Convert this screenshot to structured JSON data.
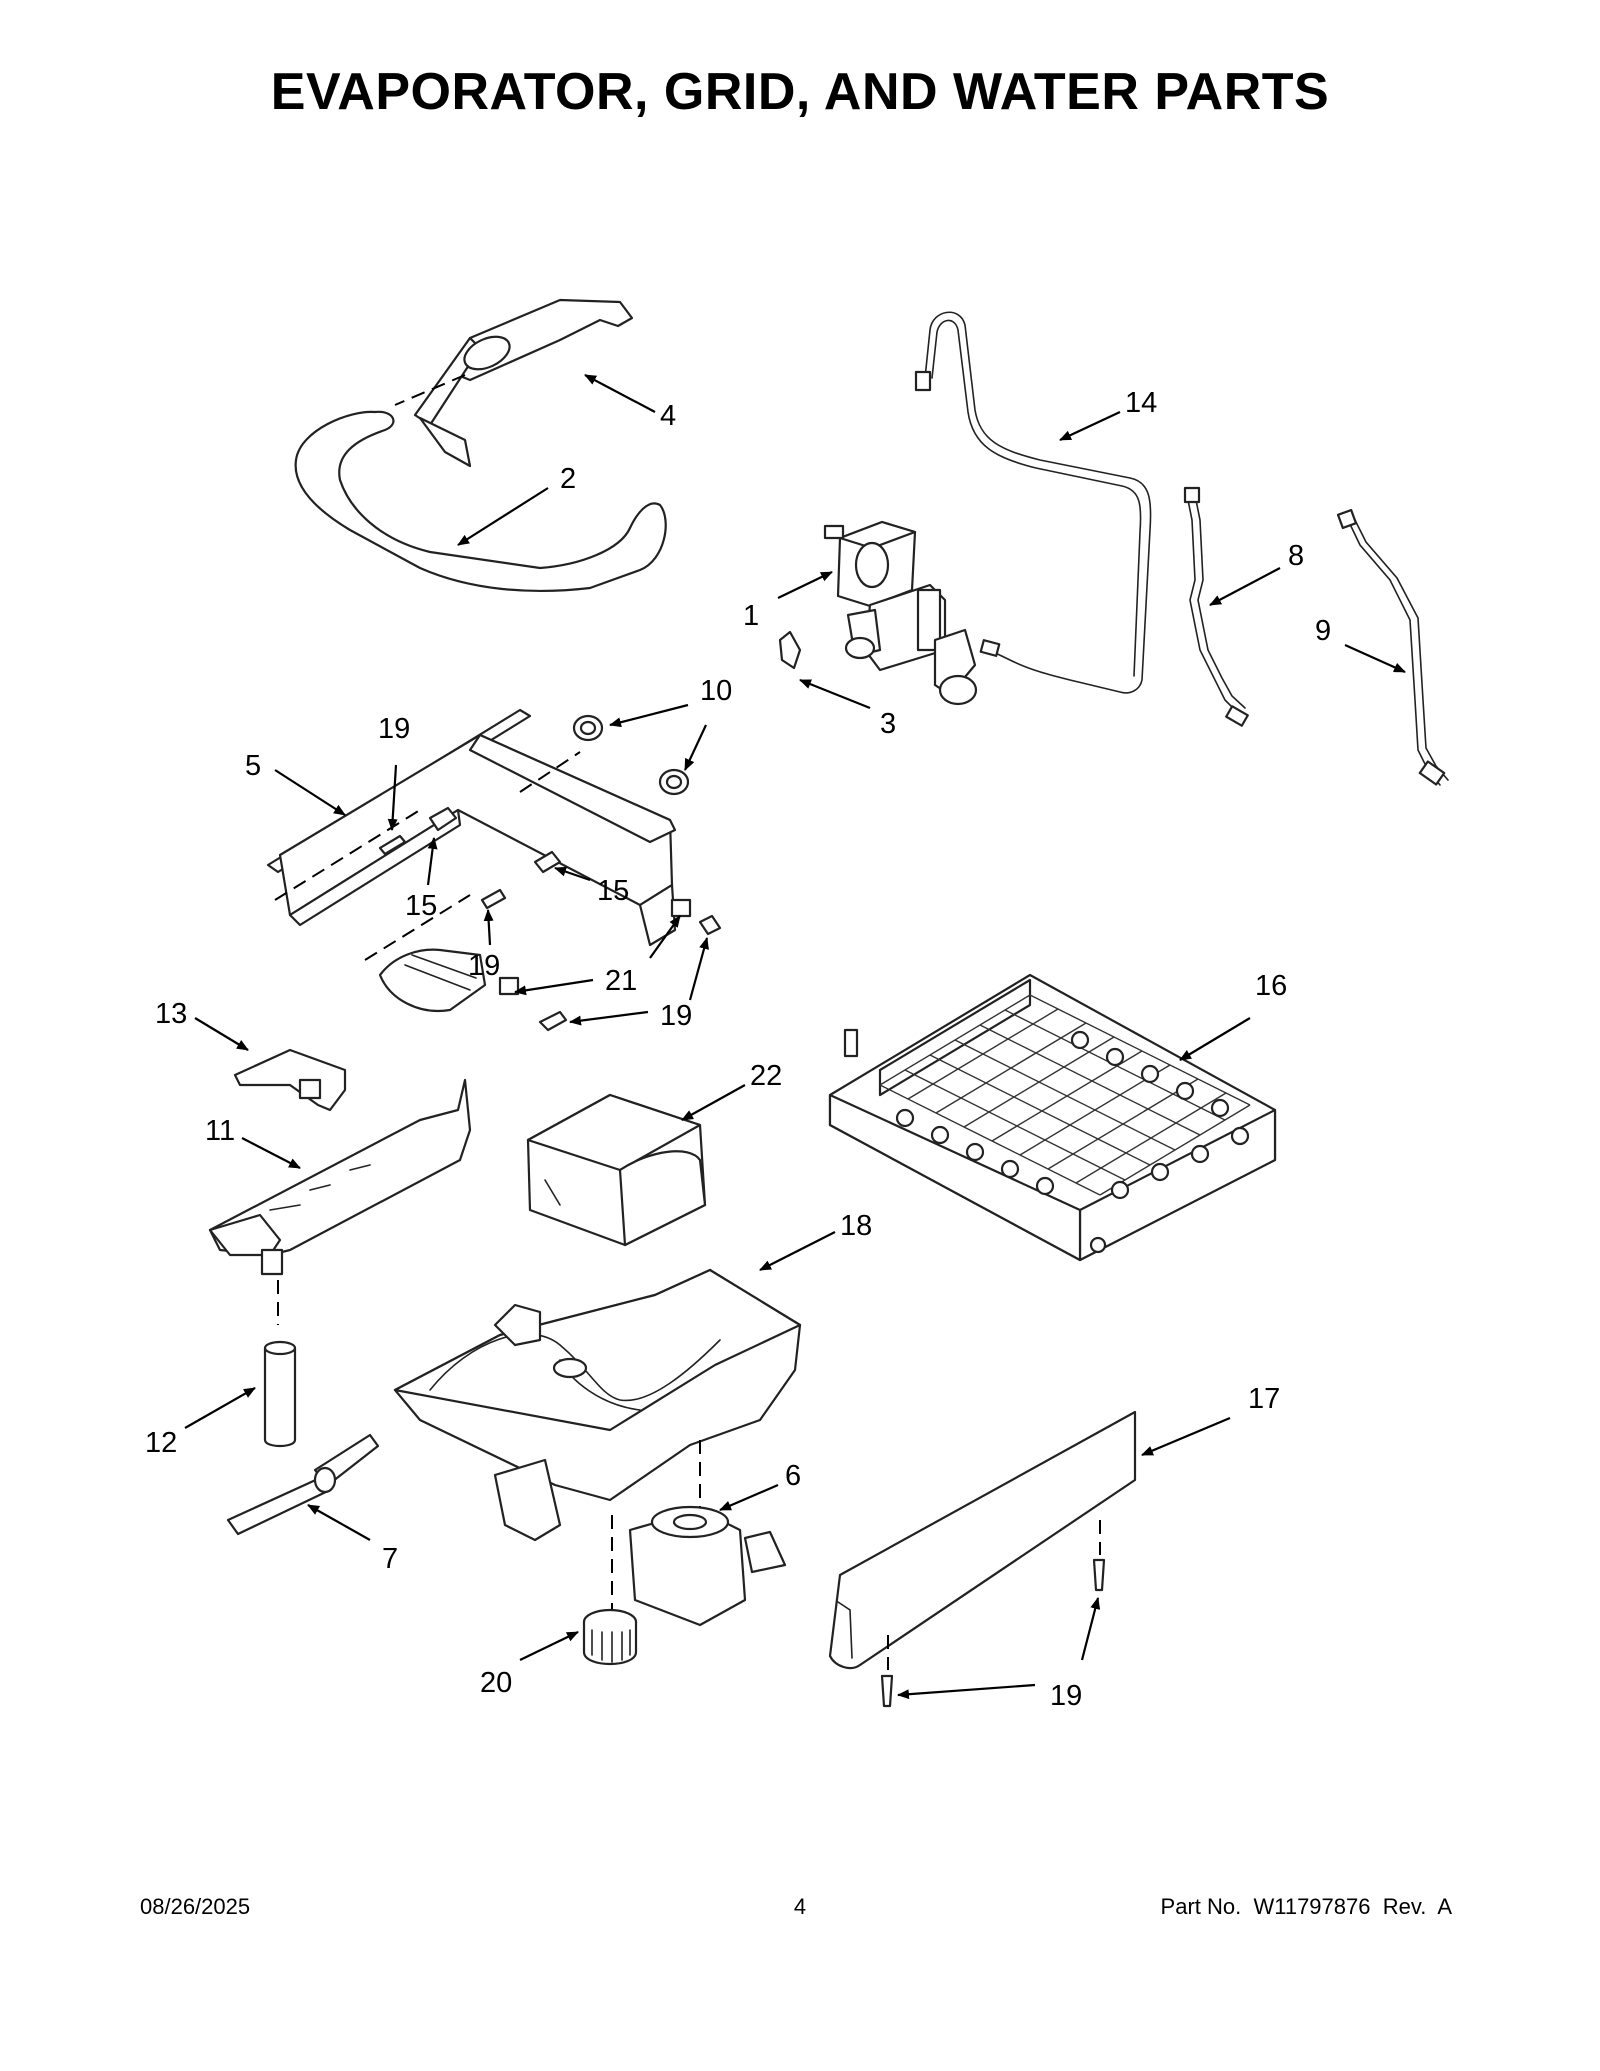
{
  "title": "EVAPORATOR, GRID, AND WATER PARTS",
  "callouts": {
    "c1": "1",
    "c2": "2",
    "c3": "3",
    "c4": "4",
    "c5": "5",
    "c6": "6",
    "c7": "7",
    "c8": "8",
    "c9": "9",
    "c10": "10",
    "c11": "11",
    "c12": "12",
    "c13": "13",
    "c14": "14",
    "c15": "15",
    "c16": "16",
    "c17": "17",
    "c18": "18",
    "c19": "19",
    "c20": "20",
    "c21": "21",
    "c22": "22"
  },
  "footer": {
    "date": "08/26/2025",
    "page": "4",
    "part_number": "Part No.  W11797876  Rev.  A"
  }
}
